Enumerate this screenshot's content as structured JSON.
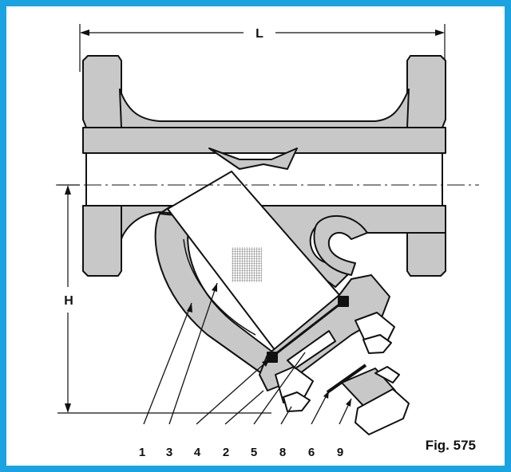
{
  "figure": {
    "caption": "Fig. 575",
    "frame_color": "#1aa3e0",
    "body_fill": "#c8c8c8",
    "line_color": "#111111"
  },
  "dimensions": {
    "length": "L",
    "height": "H"
  },
  "callouts": [
    "1",
    "3",
    "4",
    "2",
    "5",
    "8",
    "6",
    "9"
  ]
}
